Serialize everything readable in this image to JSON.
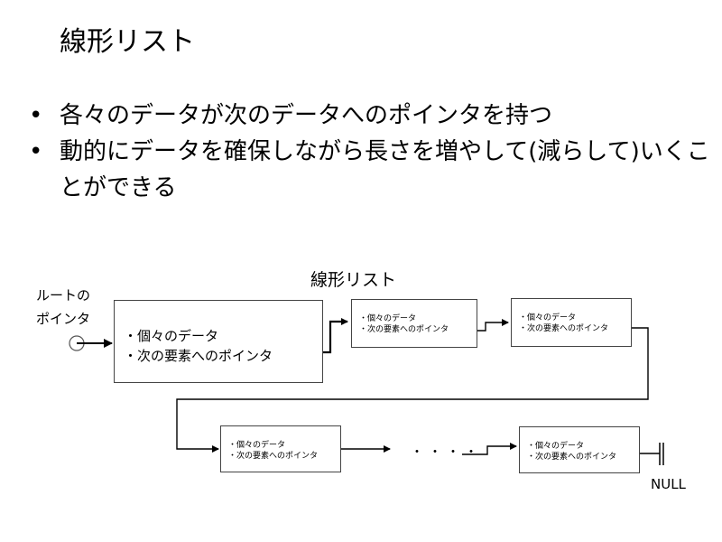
{
  "slide": {
    "title": "線形リスト",
    "bullets": [
      "各々のデータが次のデータへのポインタを持つ",
      "動的にデータを確保しながら長さを増やして(減らして)いくことができる"
    ],
    "bullet_marker": "•"
  },
  "diagram": {
    "title": "線形リスト",
    "root_pointer_label_line1": "ルートの",
    "root_pointer_label_line2": "ポインタ",
    "node_line1": "・個々のデータ",
    "node_line2": "・次の要素へのポインタ",
    "ellipsis": "・・・・",
    "null_label": "NULL"
  }
}
